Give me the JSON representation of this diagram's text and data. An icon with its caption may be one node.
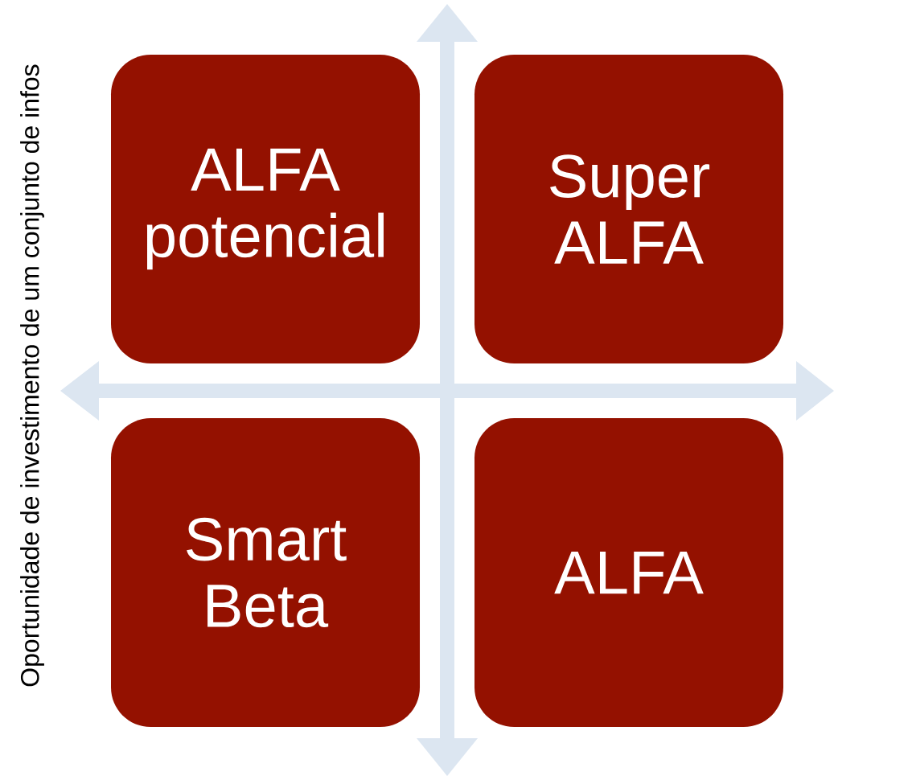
{
  "diagram": {
    "nodes": [
      {
        "text": [
          "ALFA potencial"
        ]
      },
      {
        "text": [
          "Super ALFA"
        ]
      },
      {
        "text": [
          "Smart Beta"
        ]
      },
      {
        "text": [
          "ALFA"
        ]
      }
    ],
    "labels": [
      "Oportunidade de investimento de um conjunto de infos"
    ]
  }
}
